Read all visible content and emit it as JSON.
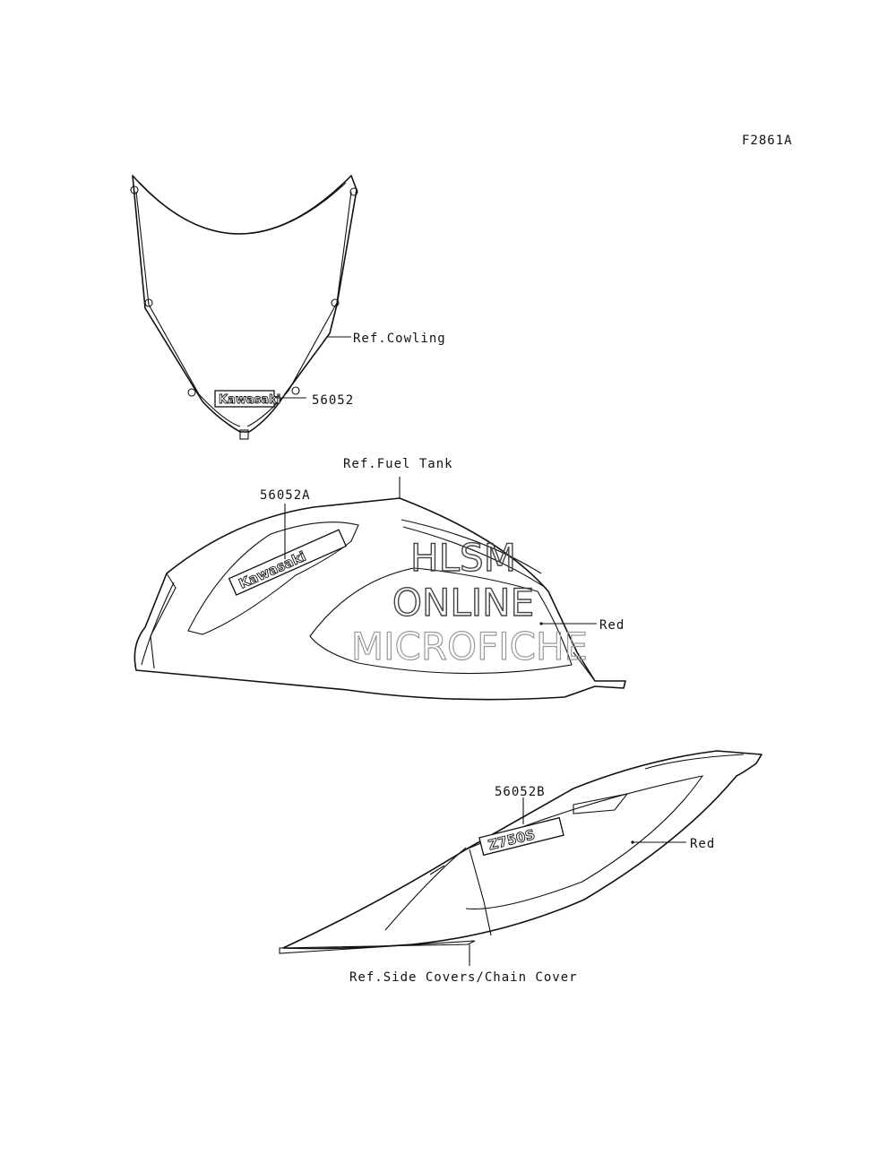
{
  "figure_code": "F2861A",
  "labels": {
    "ref_cowling": "Ref.Cowling",
    "part_56052": "56052",
    "ref_fuel_tank": "Ref.Fuel Tank",
    "part_56052a": "56052A",
    "red_tank": "Red",
    "part_56052b": "56052B",
    "red_cover": "Red",
    "ref_side_covers": "Ref.Side Covers/Chain Cover"
  },
  "decals": {
    "windshield_logo": "Kawasaki",
    "tank_logo": "Kawasaki",
    "side_model": "Z750S"
  },
  "watermark": {
    "line1": "HLSM",
    "line2": "ONLINE",
    "line3": "MICROFICHE"
  }
}
